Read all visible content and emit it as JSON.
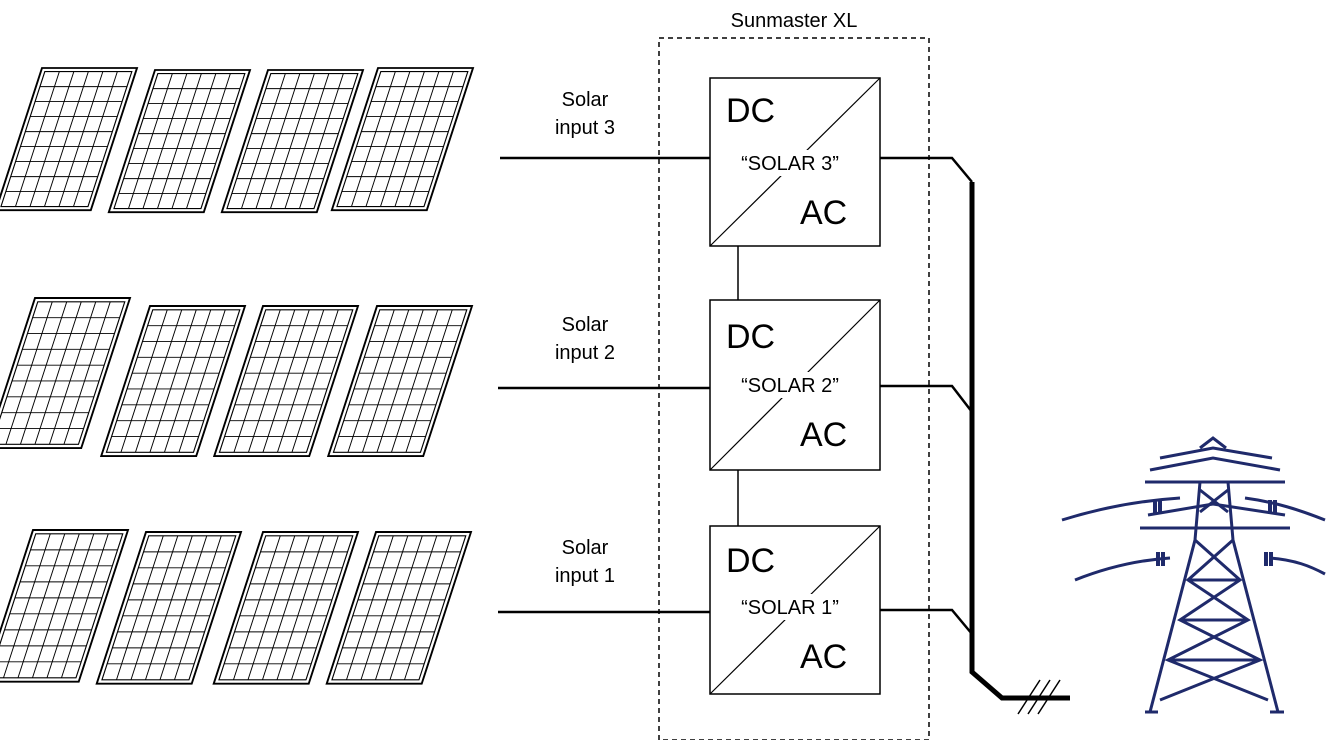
{
  "enclosure": {
    "title": "Sunmaster XL"
  },
  "inverters": [
    {
      "dc": "DC",
      "name": "“SOLAR 3”",
      "ac": "AC",
      "input_label_line1": "Solar",
      "input_label_line2": "input 3"
    },
    {
      "dc": "DC",
      "name": "“SOLAR 2”",
      "ac": "AC",
      "input_label_line1": "Solar",
      "input_label_line2": "input 2"
    },
    {
      "dc": "DC",
      "name": "“SOLAR 1”",
      "ac": "AC",
      "input_label_line1": "Solar",
      "input_label_line2": "input 1"
    }
  ],
  "panel_array": {
    "rows": 3,
    "panels_per_row": 4
  },
  "icons": [
    "solar-panel-icon",
    "power-pylon-icon",
    "three-phase-mark-icon"
  ],
  "colors": {
    "line": "#000000",
    "pylon": "#1f2a6b",
    "background": "#ffffff"
  }
}
